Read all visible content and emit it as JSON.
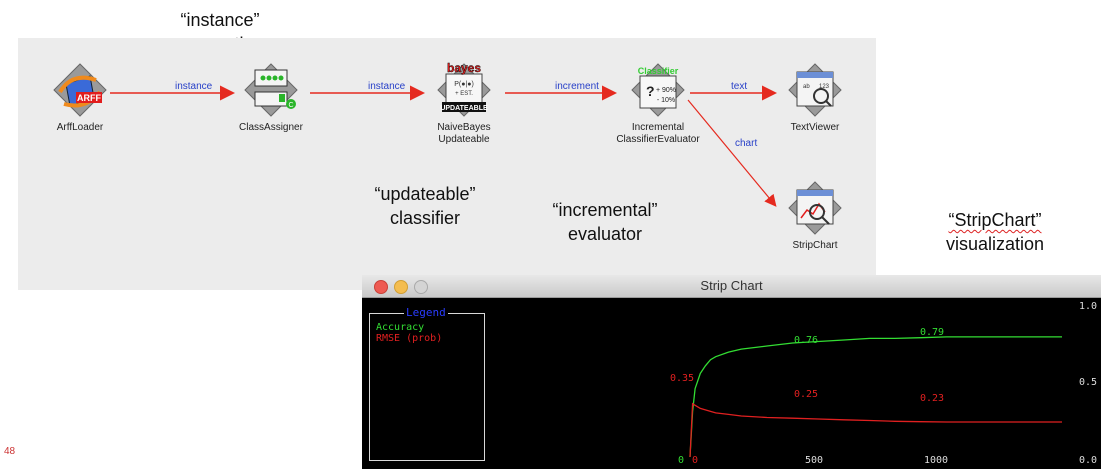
{
  "annotations": {
    "instance_connection_line1": "“instance”",
    "instance_connection_line2": "connection",
    "updateable_line1": "“updateable”",
    "updateable_line2": "classifier",
    "incremental_line1": "“incremental”",
    "incremental_line2": "evaluator",
    "stripchart_line1": "“StripChart”",
    "stripchart_line2": "visualization"
  },
  "knowledge_flow": {
    "nodes": [
      {
        "id": "arffloader",
        "label": "ArffLoader",
        "icon": "arff-loader-icon",
        "badge": "ARFF"
      },
      {
        "id": "classassigner",
        "label": "ClassAssigner",
        "icon": "class-assigner-icon"
      },
      {
        "id": "naivebayes",
        "label_line1": "NaiveBayes",
        "label_line2": "Updateable",
        "icon": "naive-bayes-icon",
        "badge": "bayes",
        "sub": "UPDATEABLE",
        "formula": "P(●|●)",
        "est": "+ EST."
      },
      {
        "id": "evaluator",
        "label_line1": "Incremental",
        "label_line2": "ClassifierEvaluator",
        "icon": "classifier-evaluator-icon",
        "badge": "Classifier",
        "pct1": "+ 90%",
        "pct2": "- 10%"
      },
      {
        "id": "textviewer",
        "label": "TextViewer",
        "icon": "text-viewer-icon"
      },
      {
        "id": "stripchart",
        "label": "StripChart",
        "icon": "strip-chart-icon"
      }
    ],
    "links": {
      "link1": "instance",
      "link2": "instance",
      "link3": "increment",
      "link4": "text",
      "link5": "chart"
    }
  },
  "slide_number": "48",
  "strip_chart_window": {
    "title": "Strip Chart",
    "legend_title": "Legend",
    "legend_items": [
      {
        "label": "Accuracy",
        "color": "#33dd33"
      },
      {
        "label": "RMSE (prob)",
        "color": "#e02020"
      }
    ],
    "right_axis_labels": {
      "top": "1.0",
      "mid": "0.5",
      "bottom": "0.0"
    },
    "bottom_labels": {
      "zero_a": "0",
      "zero_b": "0",
      "x500": "500",
      "x1000": "1000"
    },
    "value_labels": {
      "rmse_peak": "0.35",
      "acc_mid": "0.76",
      "acc_end": "0.79",
      "rmse_mid": "0.25",
      "rmse_end": "0.23"
    }
  },
  "chart_data": {
    "type": "line",
    "title": "Strip Chart",
    "ylim": [
      0,
      1
    ],
    "x_ticks": [
      0,
      500,
      1000
    ],
    "y_ticks": [
      0.0,
      0.5,
      1.0
    ],
    "legend": "top-left",
    "series": [
      {
        "name": "Accuracy",
        "color": "#33dd33",
        "x": [
          0,
          10,
          20,
          40,
          60,
          80,
          100,
          150,
          200,
          300,
          400,
          500,
          600,
          700,
          800,
          900,
          1000,
          1100,
          1200,
          1300,
          1450
        ],
        "y": [
          0,
          0.3,
          0.45,
          0.55,
          0.6,
          0.64,
          0.66,
          0.69,
          0.71,
          0.73,
          0.75,
          0.76,
          0.77,
          0.78,
          0.78,
          0.785,
          0.79,
          0.79,
          0.79,
          0.79,
          0.79
        ]
      },
      {
        "name": "RMSE (prob)",
        "color": "#e02020",
        "x": [
          0,
          10,
          20,
          40,
          60,
          80,
          100,
          150,
          200,
          300,
          400,
          500,
          600,
          700,
          800,
          900,
          1000,
          1100,
          1200,
          1300,
          1450
        ],
        "y": [
          0,
          0.35,
          0.34,
          0.32,
          0.31,
          0.3,
          0.29,
          0.28,
          0.27,
          0.26,
          0.255,
          0.25,
          0.245,
          0.24,
          0.235,
          0.232,
          0.23,
          0.23,
          0.23,
          0.23,
          0.23
        ]
      }
    ]
  }
}
